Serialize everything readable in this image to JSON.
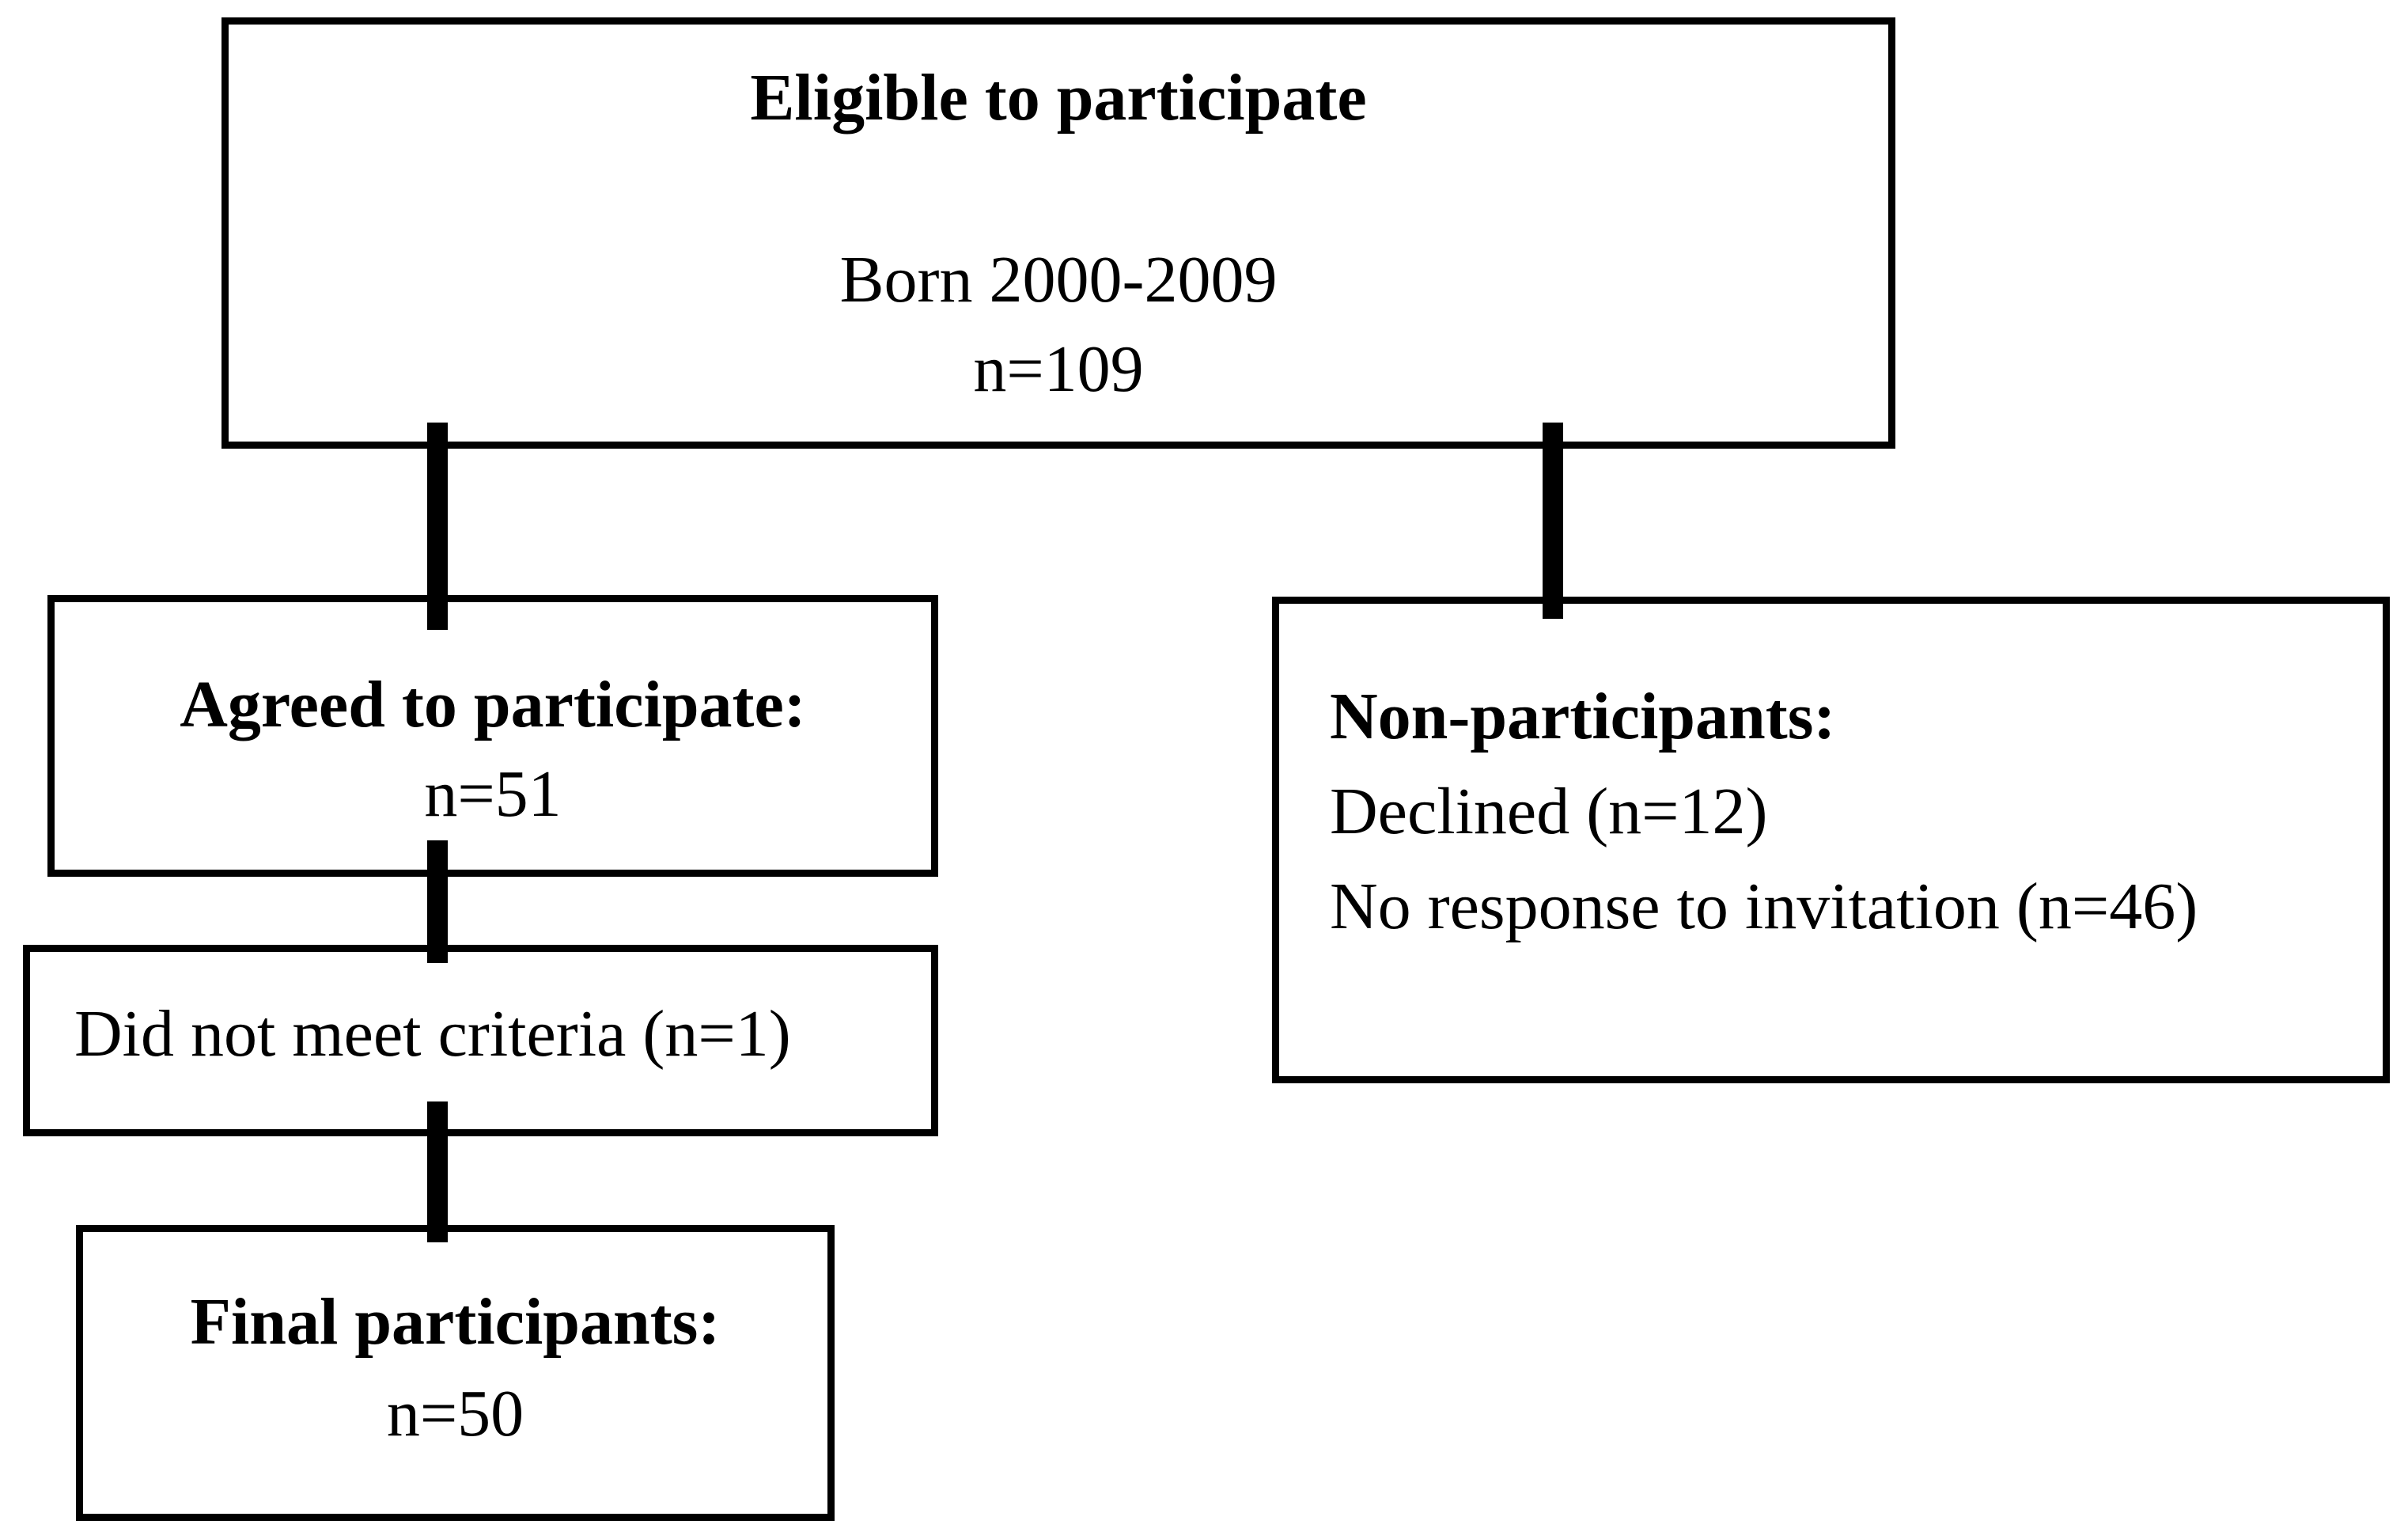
{
  "flowchart": {
    "colors": {
      "background": "#ffffff",
      "line": "#000000",
      "text": "#000000"
    },
    "eligible": {
      "title": "Eligible to participate",
      "cohort": "Born 2000-2009",
      "count": "n=109"
    },
    "agreed": {
      "title": "Agreed to participate:",
      "count": "n=51"
    },
    "criteria": {
      "text": "Did not meet criteria (n=1)"
    },
    "final": {
      "title": "Final participants:",
      "count": "n=50"
    },
    "non_participants": {
      "title": "Non-participants:",
      "declined": "Declined (n=12)",
      "no_response": "No response to invitation (n=46)"
    }
  }
}
